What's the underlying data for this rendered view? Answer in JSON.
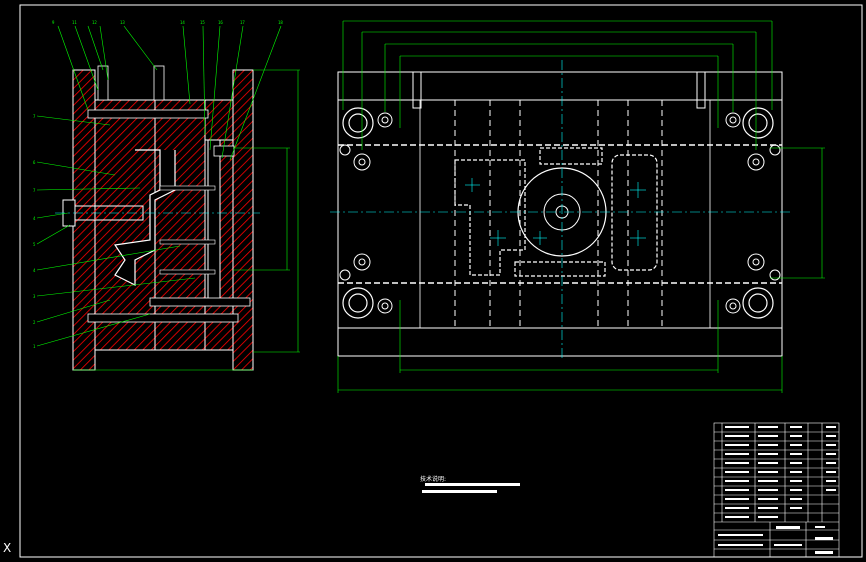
{
  "drawing": {
    "tech_notes_title": "技术说明:",
    "colors": {
      "background": "#000000",
      "outline": "#ffffff",
      "dimension": "#00ff00",
      "hatch": "#ff0000",
      "centerline": "#00ffff",
      "bolt": "#ffffff"
    }
  },
  "section_view": {
    "callouts_top": [
      "9",
      "11",
      "12",
      "13",
      "14",
      "15",
      "16",
      "17",
      "18"
    ],
    "callouts_left": [
      "7",
      "6",
      "7",
      "4",
      "5",
      "4",
      "3",
      "2",
      "1"
    ]
  },
  "title_block": {
    "icon": "title-block-table"
  }
}
